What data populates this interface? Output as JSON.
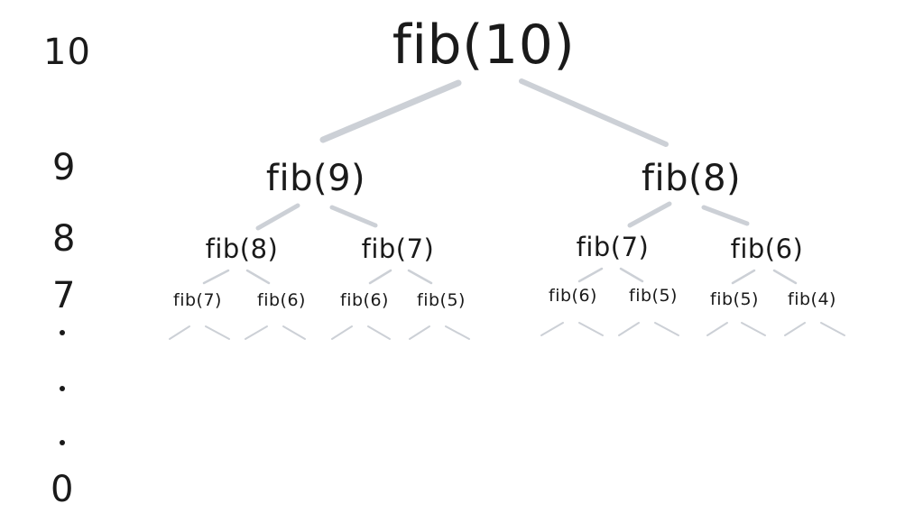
{
  "levels": {
    "top": "10",
    "l9": "9",
    "l8": "8",
    "l7": "7",
    "bottom": "0"
  },
  "tree": {
    "root": "fib(10)",
    "left": {
      "label": "fib(9)",
      "left": {
        "label": "fib(8)",
        "left": "fib(7)",
        "right": "fib(6)"
      },
      "right": {
        "label": "fib(7)",
        "left": "fib(6)",
        "right": "fib(5)"
      }
    },
    "right": {
      "label": "fib(8)",
      "left": {
        "label": "fib(7)",
        "left": "fib(6)",
        "right": "fib(5)"
      },
      "right": {
        "label": "fib(6)",
        "left": "fib(5)",
        "right": "fib(4)"
      }
    }
  },
  "colors": {
    "edge": "#ccd0d6",
    "text": "#1a1a1a"
  }
}
